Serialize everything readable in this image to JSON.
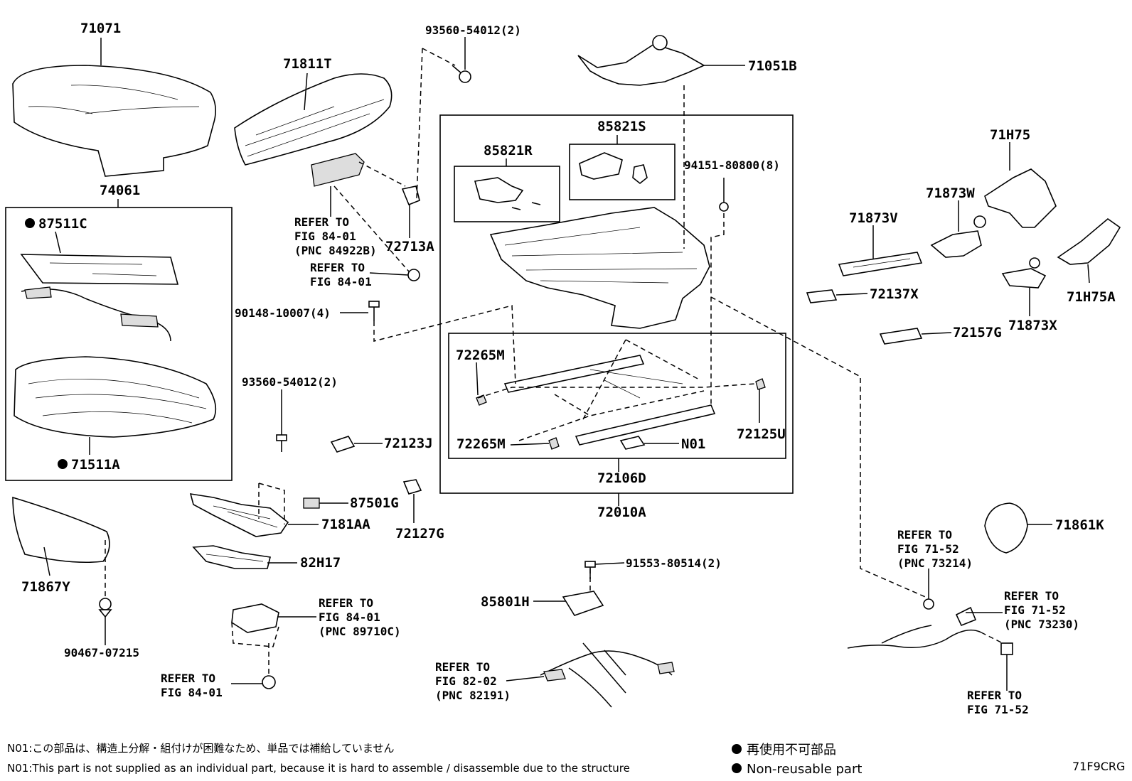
{
  "diagram": {
    "labels": {
      "p71071": "71071",
      "p71811T": "71811T",
      "p93560_top": "93560-54012(2)",
      "p71051B": "71051B",
      "p74061": "74061",
      "p87511C": "87511C",
      "p71511A": "71511A",
      "p85821S": "85821S",
      "p85821R": "85821R",
      "p94151": "94151-80800(8)",
      "p71H75": "71H75",
      "p71873W": "71873W",
      "p71873V": "71873V",
      "p72713A": "72713A",
      "p72137X": "72137X",
      "p71H75A": "71H75A",
      "p90148": "90148-10007(4)",
      "p71873X": "71873X",
      "p72157G": "72157G",
      "p72265M_a": "72265M",
      "p72265M_b": "72265M",
      "p72125U": "72125U",
      "pN01": "N01",
      "p72106D": "72106D",
      "p72010A": "72010A",
      "p93560_mid": "93560-54012(2)",
      "p72123J": "72123J",
      "p87501G": "87501G",
      "p7181AA": "7181AA",
      "p72127G": "72127G",
      "p82H17": "82H17",
      "p71867Y": "71867Y",
      "p90467": "90467-07215",
      "p91553": "91553-80514(2)",
      "p85801H": "85801H",
      "p71861K": "71861K"
    },
    "refs": {
      "r84922B": [
        "REFER TO",
        "FIG 84-01",
        "(PNC 84922B)"
      ],
      "r8401_a": [
        "REFER TO",
        "FIG 84-01"
      ],
      "r89710C": [
        "REFER TO",
        "FIG 84-01",
        "(PNC 89710C)"
      ],
      "r8401_b": [
        "REFER TO",
        "FIG 84-01"
      ],
      "r82191": [
        "REFER TO",
        "FIG 82-02",
        "(PNC 82191)"
      ],
      "r73214": [
        "REFER TO",
        "FIG 71-52",
        "(PNC 73214)"
      ],
      "r73230": [
        "REFER TO",
        "FIG 71-52",
        "(PNC 73230)"
      ],
      "r7152": [
        "REFER TO",
        "FIG 71-52"
      ]
    },
    "notes": {
      "jp": "N01:この部品は、構造上分解・組付けが困難なため、単品では補給していません",
      "en": "N01:This part is not supplied as an individual part, because it is hard to assemble / disassemble due to the structure"
    },
    "legend": {
      "jp": "再使用不可部品",
      "en": "Non-reusable part"
    },
    "figure_code": "71F9CRG"
  }
}
